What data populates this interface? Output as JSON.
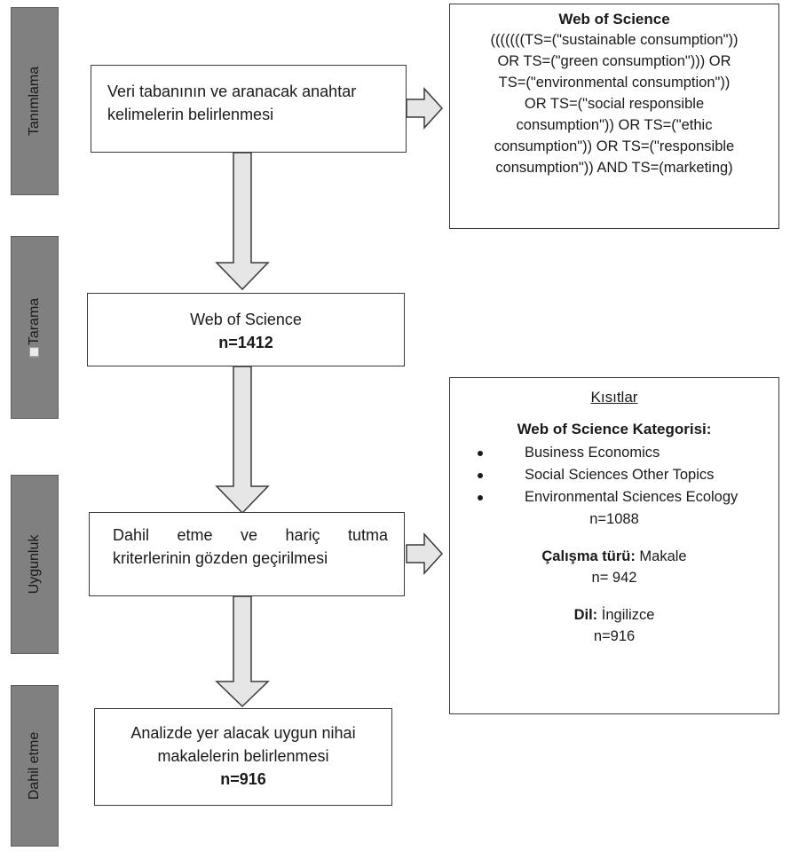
{
  "stages": {
    "tanimlama": "Tanımlama",
    "tarama": "Tarama",
    "uygunluk": "Uygunluk",
    "dahil_etme": "Dahil etme"
  },
  "boxes": {
    "identify": {
      "line1": "Veri tabanının ve aranacak anahtar",
      "line2": "kelimelerin belirlenmesi"
    },
    "screen": {
      "source": "Web of Science",
      "count": "n=1412"
    },
    "eligibility": {
      "line1_words": [
        "Dahil",
        "etme",
        "ve",
        "hariç",
        "tutma"
      ],
      "line2": "kriterlerinin gözden geçirilmesi"
    },
    "included": {
      "line1": "Analizde yer alacak uygun nihai",
      "line2": "makalelerin belirlenmesi",
      "count": "n=916"
    }
  },
  "query": {
    "title": "Web of Science",
    "lines": [
      "(((((((TS=(\"sustainable consumption\"))",
      "OR TS=(\"green consumption\"))) OR",
      "TS=(\"environmental consumption\"))",
      "OR TS=(\"social responsible",
      "consumption\")) OR TS=(\"ethic",
      "consumption\")) OR TS=(\"responsible",
      "consumption\")) AND TS=(marketing)"
    ]
  },
  "criteria": {
    "heading": "Kısıtlar",
    "category_label": "Web of Science Kategorisi:",
    "categories": [
      "Business Economics",
      "Social Sciences Other Topics",
      "Environmental Sciences Ecology"
    ],
    "category_count": "n=1088",
    "doc_type_label": "Çalışma türü:",
    "doc_type_value": " Makale",
    "doc_type_count": "n= 942",
    "language_label": "Dil:",
    "language_value": " İngilizce",
    "language_count": "n=916"
  }
}
